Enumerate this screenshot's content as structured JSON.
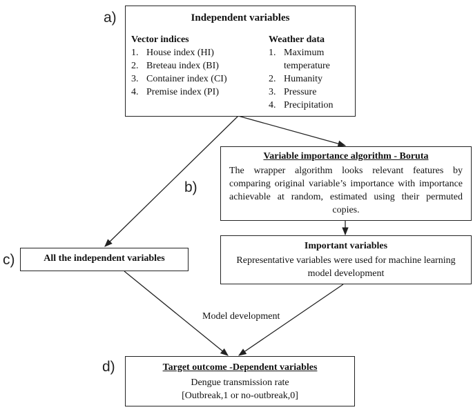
{
  "labels": {
    "a": "a)",
    "b": "b)",
    "c": "c)",
    "d": "d)"
  },
  "independent": {
    "title": "Independent variables",
    "vector": {
      "heading": "Vector indices",
      "items": [
        {
          "num": "1.",
          "text": "House index (HI)"
        },
        {
          "num": "2.",
          "text": "Breteau index (BI)"
        },
        {
          "num": "3.",
          "text": "Container index (CI)"
        },
        {
          "num": "4.",
          "text": "Premise index (PI)"
        }
      ]
    },
    "weather": {
      "heading": "Weather data",
      "items": [
        {
          "num": "1.",
          "text": "Maximum temperature"
        },
        {
          "num": "2.",
          "text": "Humanity"
        },
        {
          "num": "3.",
          "text": "Pressure"
        },
        {
          "num": "4.",
          "text": "Precipitation"
        }
      ]
    }
  },
  "boruta": {
    "title": "Variable importance algorithm - Boruta",
    "body": "The wrapper algorithm looks relevant features by comparing original variable’s importance with importance achievable at random, estimated using their permuted copies."
  },
  "important": {
    "title": "Important variables",
    "body": "Representative variables were used for machine learning model development"
  },
  "all_vars": {
    "title": "All the independent variables"
  },
  "model_dev": "Model development",
  "target": {
    "title": "Target outcome -Dependent variables",
    "line1": "Dengue transmission rate",
    "line2": "[Outbreak,1 or no-outbreak,0]"
  },
  "colors": {
    "line": "#222222",
    "text": "#111111",
    "background": "#ffffff"
  }
}
